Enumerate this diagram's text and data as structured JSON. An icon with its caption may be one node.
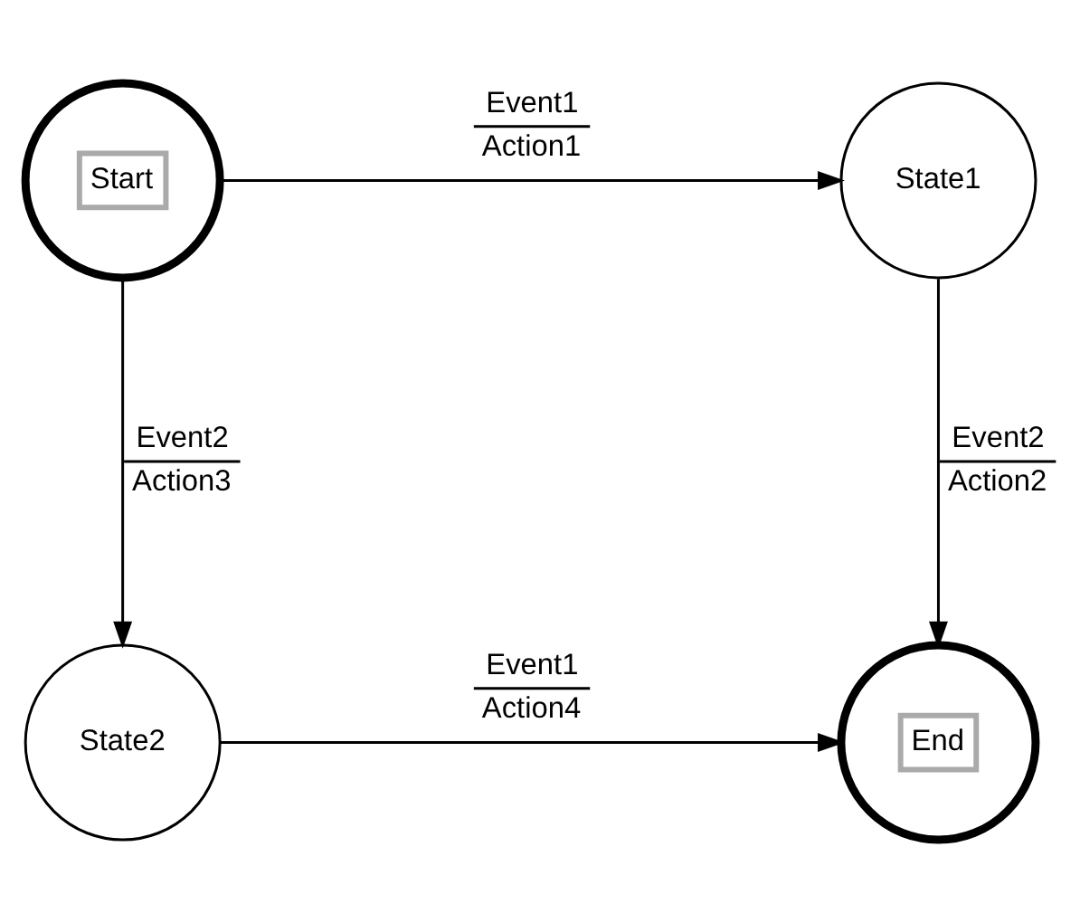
{
  "diagram": {
    "nodes": [
      {
        "text": [
          "Start"
        ]
      },
      {
        "text": [
          "State1"
        ]
      },
      {
        "text": [
          "State2"
        ]
      },
      {
        "text": [
          "End"
        ]
      }
    ],
    "edges": [
      {
        "from": 0,
        "to": 1,
        "arrow": "to",
        "label": "Event1 Action1"
      },
      {
        "from": 1,
        "to": 3,
        "arrow": "to",
        "label": "Event2 Action2"
      },
      {
        "from": 0,
        "to": 2,
        "arrow": "to",
        "label": "Event2 Action3"
      },
      {
        "from": 2,
        "to": 3,
        "arrow": "to",
        "label": "Event1 Action4"
      }
    ]
  }
}
